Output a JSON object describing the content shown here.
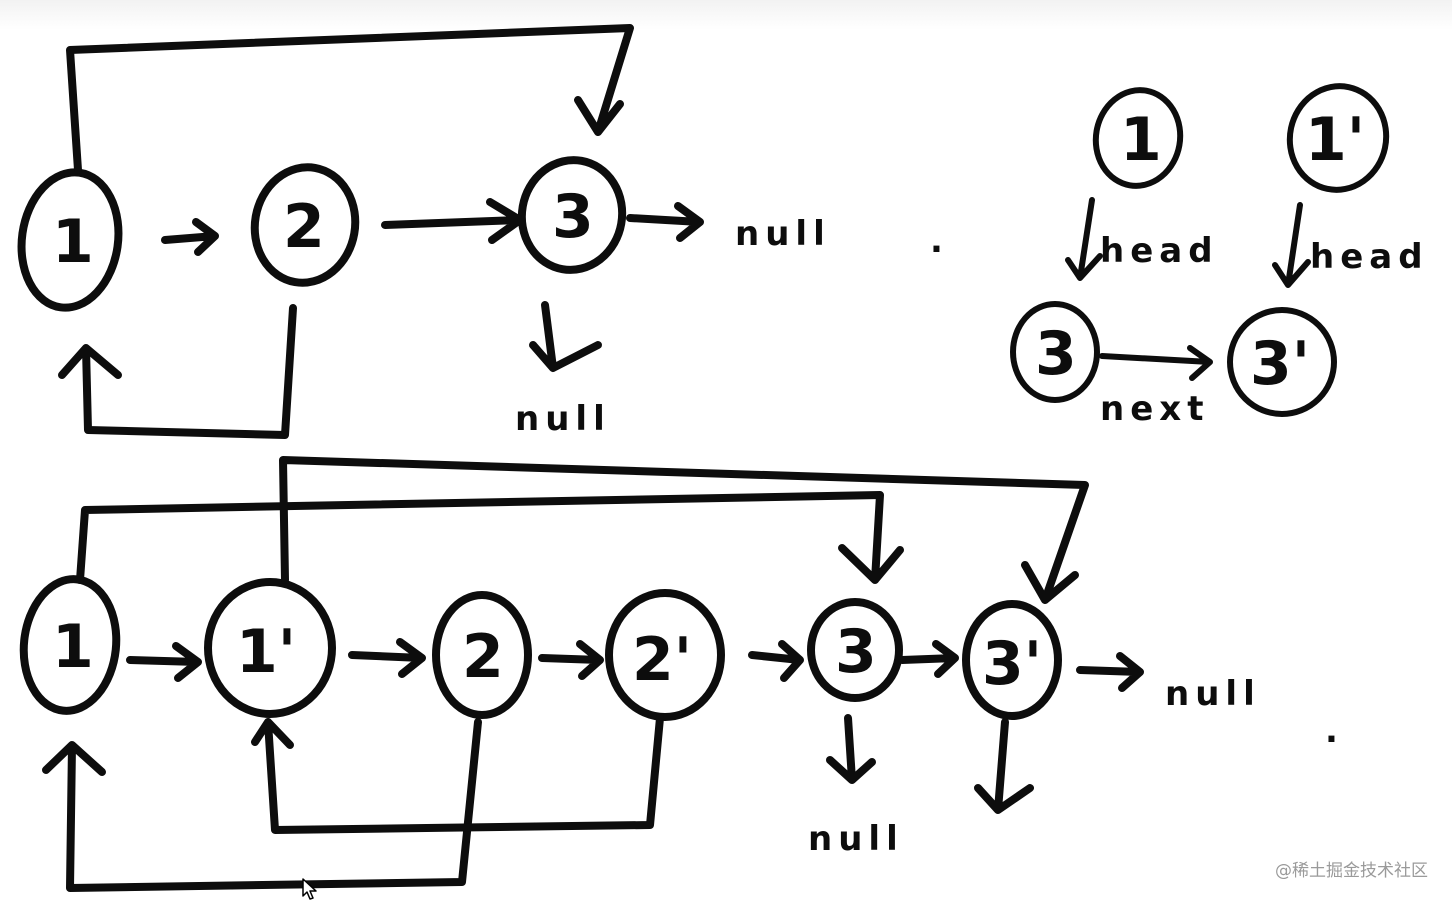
{
  "top_list": {
    "nodes": [
      "1",
      "2",
      "3"
    ],
    "null_right": "null",
    "null_below": "null",
    "dot": "."
  },
  "side_note": {
    "nodes_left": [
      "1",
      "3"
    ],
    "nodes_right": [
      "1'",
      "3'"
    ],
    "label_head_left": "head",
    "label_head_right": "head",
    "label_next": "next"
  },
  "bottom_list": {
    "nodes": [
      "1",
      "1'",
      "2",
      "2'",
      "3",
      "3'"
    ],
    "null_right": "null",
    "null_below": "null",
    "dot": "."
  },
  "watermark": "@稀土掘金技术社区",
  "colors": {
    "ink": "#0d0d0d",
    "watermark": "#9a9a9a"
  }
}
